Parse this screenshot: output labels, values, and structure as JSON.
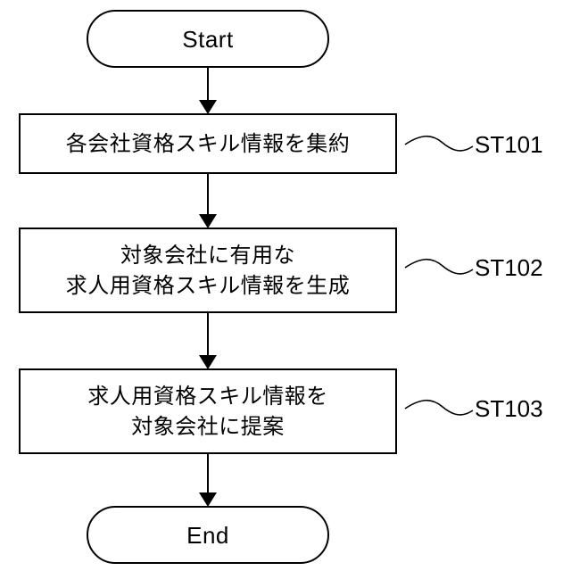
{
  "flowchart": {
    "start": {
      "label": "Start"
    },
    "end": {
      "label": "End"
    },
    "steps": [
      {
        "id": "ST101",
        "lines": [
          "各会社資格スキル情報を集約"
        ]
      },
      {
        "id": "ST102",
        "lines": [
          "対象会社に有用な",
          "求人用資格スキル情報を生成"
        ]
      },
      {
        "id": "ST103",
        "lines": [
          "求人用資格スキル情報を",
          "対象会社に提案"
        ]
      }
    ]
  }
}
